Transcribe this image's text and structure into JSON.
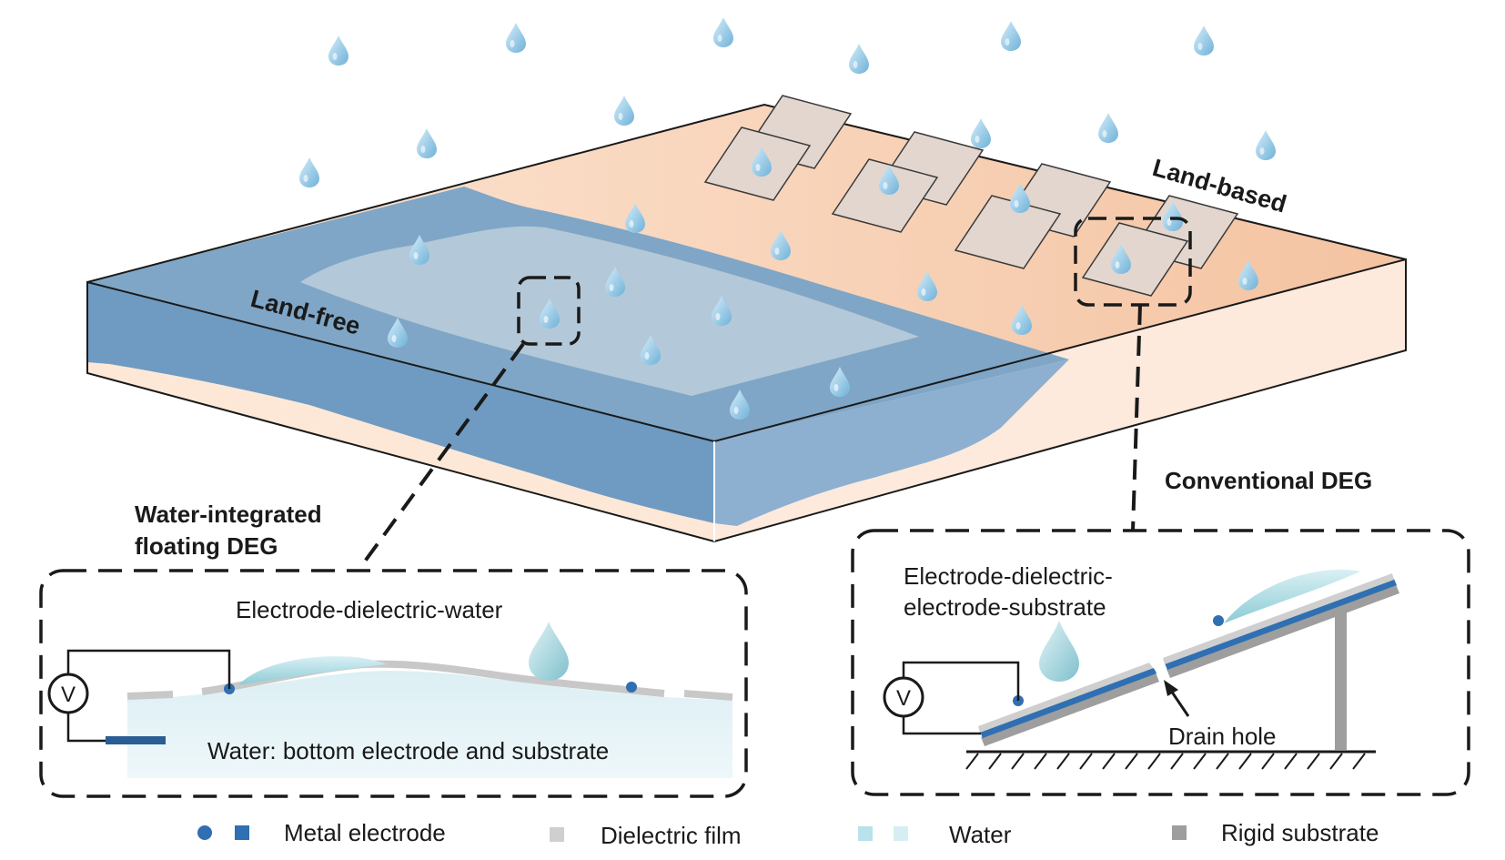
{
  "labels": {
    "land_free": "Land-free",
    "land_based": "Land-based",
    "floating_title_line1": "Water-integrated",
    "floating_title_line2": "floating DEG",
    "conventional_title": "Conventional DEG",
    "floating_structure": "Electrode-dielectric-water",
    "floating_water": "Water: bottom electrode and substrate",
    "conventional_structure_line1": "Electrode-dielectric-",
    "conventional_structure_line2": "electrode-substrate",
    "drain_hole": "Drain hole",
    "voltmeter_symbol": "V"
  },
  "legend": [
    {
      "label": "Metal electrode",
      "colors": [
        "#2f6fb2",
        "#2f6fb2"
      ]
    },
    {
      "label": "Dielectric film",
      "colors": [
        "#cfcfcf"
      ]
    },
    {
      "label": "Water",
      "colors": [
        "#b9e2ea",
        "#d6eef2"
      ]
    },
    {
      "label": "Rigid substrate",
      "colors": [
        "#9e9e9e"
      ]
    }
  ],
  "colors": {
    "water_dark": "#6d97bd",
    "water_light": "#b7cfdf",
    "sand": "#f6cdb0",
    "sand_light": "#fdeadb",
    "panel": "#e2d5ce",
    "electrode": "#2f6fb2",
    "drop": "#8fc7e6"
  }
}
